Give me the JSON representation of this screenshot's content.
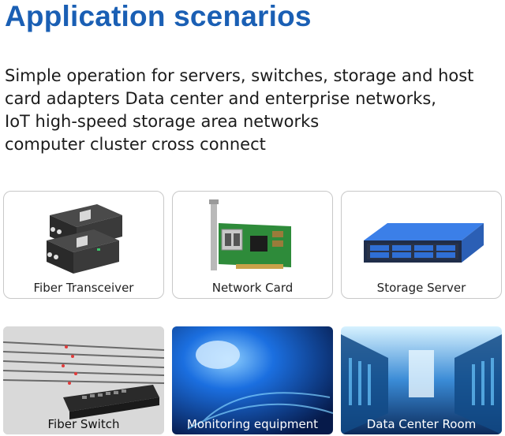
{
  "title": "Application scenarios",
  "description": [
    "Simple operation for servers, switches, storage and host",
    "card adapters  Data center and enterprise networks,",
    "IoT high-speed storage area networks",
    "computer cluster cross connect"
  ],
  "cards": [
    {
      "label": "Fiber Transceiver",
      "icon": "fiber-transceiver-image"
    },
    {
      "label": "Network Card",
      "icon": "network-card-image"
    },
    {
      "label": "Storage Server",
      "icon": "storage-server-image"
    },
    {
      "label": "Fiber Switch",
      "icon": "fiber-switch-image"
    },
    {
      "label": "Monitoring equipment",
      "icon": "monitoring-equipment-image"
    },
    {
      "label": "Data Center Room",
      "icon": "data-center-room-image"
    }
  ],
  "colors": {
    "title": "#1a5fb4",
    "server_blue": "#2f6fd6",
    "pcb_green": "#2e8b3a",
    "monitor_blue": "#1b6fe0"
  }
}
